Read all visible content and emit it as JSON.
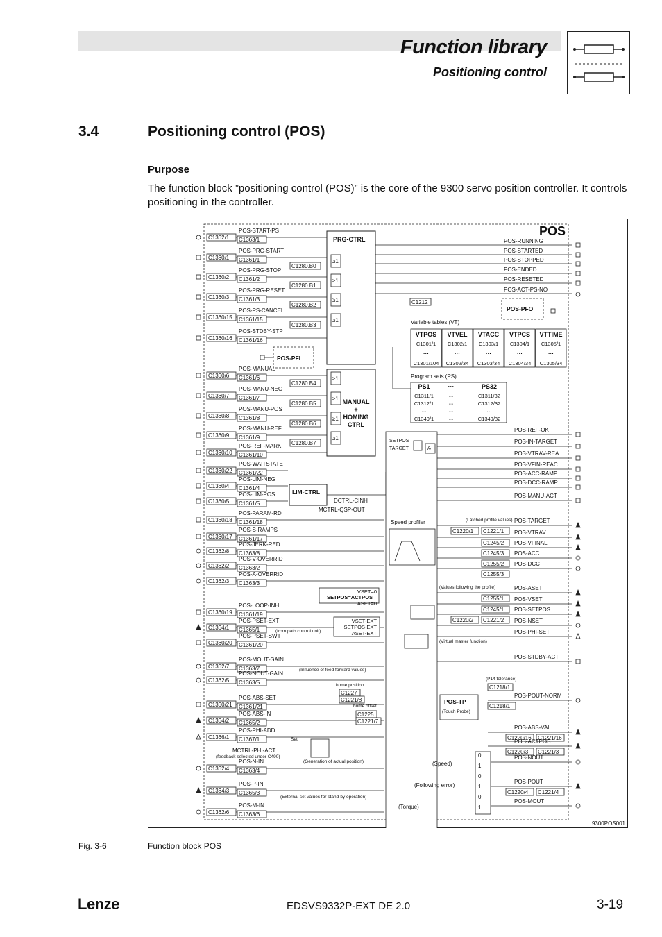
{
  "header": {
    "title": "Function library",
    "subtitle": "Positioning control"
  },
  "section": {
    "number": "3.4",
    "title": "Positioning control (POS)"
  },
  "purpose": {
    "heading": "Purpose",
    "text": "The function block ”positioning control (POS)” is the core of the 9300 servo position controller. It controls positioning in the controller."
  },
  "diagram": {
    "block_label": "POS",
    "ref_id": "9300POS001",
    "inputs": [
      {
        "code": "C1362/1",
        "name": "POS-START-PS",
        "disp": "C1363/1",
        "term": "circle"
      },
      {
        "code": "C1360/1",
        "name": "POS-PRG-START",
        "disp": "C1361/1",
        "term": "square"
      },
      {
        "code": "C1360/2",
        "name": "POS-PRG-STOP",
        "disp": "C1361/2",
        "term": "square"
      },
      {
        "code": "C1360/3",
        "name": "POS-PRG-RESET",
        "disp": "C1361/3",
        "term": "square"
      },
      {
        "code": "C1360/15",
        "name": "POS-PS-CANCEL",
        "disp": "C1361/15",
        "term": "square"
      },
      {
        "code": "C1360/16",
        "name": "POS-STDBY-STP",
        "disp": "C1361/16",
        "term": "square"
      },
      {
        "code": "C1360/6",
        "name": "POS-MANUAL",
        "disp": "C1361/6",
        "term": "square"
      },
      {
        "code": "C1360/7",
        "name": "POS-MANU-NEG",
        "disp": "C1361/7",
        "term": "square"
      },
      {
        "code": "C1360/8",
        "name": "POS-MANU-POS",
        "disp": "C1361/8",
        "term": "square"
      },
      {
        "code": "C1360/9",
        "name": "POS-MANU-REF",
        "disp": "C1361/9",
        "term": "square"
      },
      {
        "code": "C1360/10",
        "name": "POS-REF-MARK",
        "disp": "C1361/10",
        "term": "square"
      },
      {
        "code": "C1360/22",
        "name": "POS-WAITSTATE",
        "disp": "C1361/22",
        "term": "square"
      },
      {
        "code": "C1360/4",
        "name": "POS-LIM-NEG",
        "disp": "C1361/4",
        "term": "square"
      },
      {
        "code": "C1360/5",
        "name": "POS-LIM-POS",
        "disp": "C1361/5",
        "term": "square"
      },
      {
        "code": "C1360/18",
        "name": "POS-PARAM-RD",
        "disp": "C1361/18",
        "term": "square"
      },
      {
        "code": "C1360/17",
        "name": "POS-S-RAMPS",
        "disp": "C1361/17",
        "term": "square"
      },
      {
        "code": "C1362/8",
        "name": "POS-JERK-RED",
        "disp": "C1363/8",
        "term": "circle"
      },
      {
        "code": "C1362/2",
        "name": "POS-V-OVERRID",
        "disp": "C1363/2",
        "term": "circle"
      },
      {
        "code": "C1362/3",
        "name": "POS-A-OVERRID",
        "disp": "C1363/3",
        "term": "circle"
      },
      {
        "code": "C1360/19",
        "name": "POS-LOOP-INH",
        "disp": "C1361/19",
        "term": "square"
      },
      {
        "code": "C1364/1",
        "name": "POS-PSET-EXT",
        "disp": "C1365/1",
        "term": "triangle-filled"
      },
      {
        "code": "C1360/20",
        "name": "POS-PSET-SWT",
        "disp": "C1361/20",
        "term": "square"
      },
      {
        "code": "C1362/7",
        "name": "POS-MOUT-GAIN",
        "disp": "C1363/7",
        "term": "circle"
      },
      {
        "code": "C1362/5",
        "name": "POS-NOUT-GAIN",
        "disp": "C1363/5",
        "term": "circle"
      },
      {
        "code": "C1360/21",
        "name": "POS-ABS-SET",
        "disp": "C1361/21",
        "term": "square"
      },
      {
        "code": "C1364/2",
        "name": "POS-ABS-IN",
        "disp": "C1365/2",
        "term": "triangle-filled"
      },
      {
        "code": "C1366/1",
        "name": "POS-PHI-ADD",
        "disp": "C1367/1",
        "term": "triangle-open"
      },
      {
        "code": "C1362/4",
        "name": "POS-N-IN",
        "disp": "C1363/4",
        "term": "circle"
      },
      {
        "code": "C1364/3",
        "name": "POS-P-IN",
        "disp": "C1365/3",
        "term": "triangle-filled"
      },
      {
        "code": "C1362/6",
        "name": "POS-M-IN",
        "disp": "C1363/6",
        "term": "circle"
      }
    ],
    "outputs_top": [
      {
        "name": "POS-RUNNING",
        "term": "square"
      },
      {
        "name": "POS-STARTED",
        "term": "square"
      },
      {
        "name": "POS-STOPPED",
        "term": "square"
      },
      {
        "name": "POS-ENDED",
        "term": "square"
      },
      {
        "name": "POS-RESETED",
        "term": "square"
      },
      {
        "name": "POS-ACT-PS-NO",
        "term": "circle"
      }
    ],
    "outputs_mid": [
      {
        "name": "POS-REF-OK",
        "term": "square"
      },
      {
        "name": "POS-IN-TARGET",
        "term": "square"
      },
      {
        "name": "POS-VTRAV-REA",
        "term": "square"
      },
      {
        "name": "POS-VFIN-REAC",
        "term": "square"
      },
      {
        "name": "POS-ACC-RAMP",
        "term": "square"
      },
      {
        "name": "POS-DCC-RAMP",
        "term": "square"
      },
      {
        "name": "POS-MANU-ACT",
        "term": "square"
      }
    ],
    "outputs_profile": [
      {
        "name": "POS-TARGET",
        "codes": [
          "C1220/1",
          "C1221/1"
        ],
        "term": "triangle-filled"
      },
      {
        "name": "POS-VTRAV",
        "codes": [
          "C1245/2"
        ],
        "term": "triangle-filled"
      },
      {
        "name": "POS-VFINAL",
        "codes": [
          "C1245/3"
        ],
        "term": "triangle-filled"
      },
      {
        "name": "POS-ACC",
        "codes": [
          "C1255/2"
        ],
        "term": "circle"
      },
      {
        "name": "POS-DCC",
        "codes": [
          "C1255/3"
        ],
        "term": "circle"
      },
      {
        "name": "POS-ASET",
        "codes": [
          "C1255/1"
        ],
        "term": "triangle-filled"
      },
      {
        "name": "POS-VSET",
        "codes": [
          "C1245/1"
        ],
        "term": "triangle-filled"
      },
      {
        "name": "POS-SETPOS",
        "codes": [
          "C1220/2",
          "C1221/2"
        ],
        "term": "triangle-filled"
      },
      {
        "name": "POS-NSET",
        "codes": [],
        "term": "circle"
      },
      {
        "name": "POS-PHI-SET",
        "codes": [],
        "term": "triangle-open"
      },
      {
        "name": "POS-STDBY-ACT",
        "codes": [],
        "term": "square"
      },
      {
        "name": "POS-POUT-NORM",
        "codes": [
          "C1218/1"
        ],
        "term": "circle"
      },
      {
        "name": "POS-ABS-VAL",
        "codes": [
          "C1220/16",
          "C1221/16"
        ],
        "term": "triangle-filled"
      },
      {
        "name": "POS-ACTPOS",
        "codes": [
          "C1220/3",
          "C1221/3"
        ],
        "term": "triangle-filled"
      },
      {
        "name": "POS-NOUT",
        "codes": [],
        "term": "circle"
      },
      {
        "name": "POS-POUT",
        "codes": [
          "C1220/4",
          "C1221/4"
        ],
        "term": "triangle-filled"
      },
      {
        "name": "POS-MOUT",
        "codes": [],
        "term": "circle"
      }
    ],
    "blocks": {
      "prg_ctrl": "PRG-CTRL",
      "manual_homing": [
        "MANUAL",
        "+",
        "HOMING",
        "CTRL"
      ],
      "lim_ctrl": "LIM-CTRL",
      "pos_pfi": "POS-PFI",
      "pos_pfo": "POS-PFO",
      "pos_tp": "POS-TP",
      "touch_probe": "(Touch Probe)",
      "speed_profiler": "Speed profiler",
      "setpos_target": [
        "SETPOS",
        "TARGET"
      ]
    },
    "or_codes": [
      "C1280.B0",
      "C1280.B1",
      "C1280.B2",
      "C1280.B3",
      "C1280.B4",
      "C1280.B5",
      "C1280.B6",
      "C1280.B7"
    ],
    "c1212": "C1212",
    "variable_tables": {
      "label": "Variable tables (VT)",
      "columns": [
        {
          "head": "VTPOS",
          "first": "C1301/1",
          "last": "C1301/104"
        },
        {
          "head": "VTVEL",
          "first": "C1302/1",
          "last": "C1302/34"
        },
        {
          "head": "VTACC",
          "first": "C1303/1",
          "last": "C1303/34"
        },
        {
          "head": "VTPCS",
          "first": "C1304/1",
          "last": "C1304/34"
        },
        {
          "head": "VTTIME",
          "first": "C1305/1",
          "last": "C1305/34"
        }
      ],
      "dots": "···"
    },
    "program_sets": {
      "label": "Program sets (PS)",
      "head": [
        "PS1",
        "···",
        "PS32"
      ],
      "rows": [
        [
          "C1311/1",
          "···",
          "C1311/32"
        ],
        [
          "C1312/1",
          "···",
          "C1312/32"
        ],
        [
          "···",
          "···",
          "···"
        ],
        [
          "C1349/1",
          "···",
          "C1349/32"
        ]
      ]
    },
    "internal": {
      "dctrl_cinh": "DCTRL-CINH",
      "mctrl_qsp": "MCTRL-QSP-OUT",
      "latched": "(Latched profile values)",
      "following": "(Values following the profile)",
      "virtual_master": "(Virtual master function)",
      "vset0": "VSET=0",
      "setpos_actpos": "SETPOS=ACTPOS",
      "aset0": "ASET=0",
      "vset_ext": "VSET-EXT",
      "setpos_ext": "SETPOS-EXT",
      "aset_ext": "ASET-EXT",
      "from_path": "(from path control unit)",
      "ff_values": "(Influence of feed forward values)",
      "home_position": "home position",
      "home_codes": [
        "C1227",
        "C1221/8"
      ],
      "home_offset": "home offset",
      "offset_codes": [
        "C1225",
        "C1221/7"
      ],
      "p14": "(P14 tolerance)",
      "mctrl_phi_act": "MCTRL-PHI-ACT",
      "feedback": "(feedback selected under C490)",
      "gen_actual": "(Generation of actual position)",
      "speed": "(Speed)",
      "following_error": "(Following error)",
      "torque": "(Torque)",
      "ext_stand_by": "(External set values for stand-by operation)",
      "set": "Set"
    }
  },
  "figure": {
    "number": "Fig. 3-6",
    "caption": "Function block POS"
  },
  "footer": {
    "logo": "Lenze",
    "doc_id": "EDSVS9332P-EXT DE 2.0",
    "page": "3-19"
  }
}
